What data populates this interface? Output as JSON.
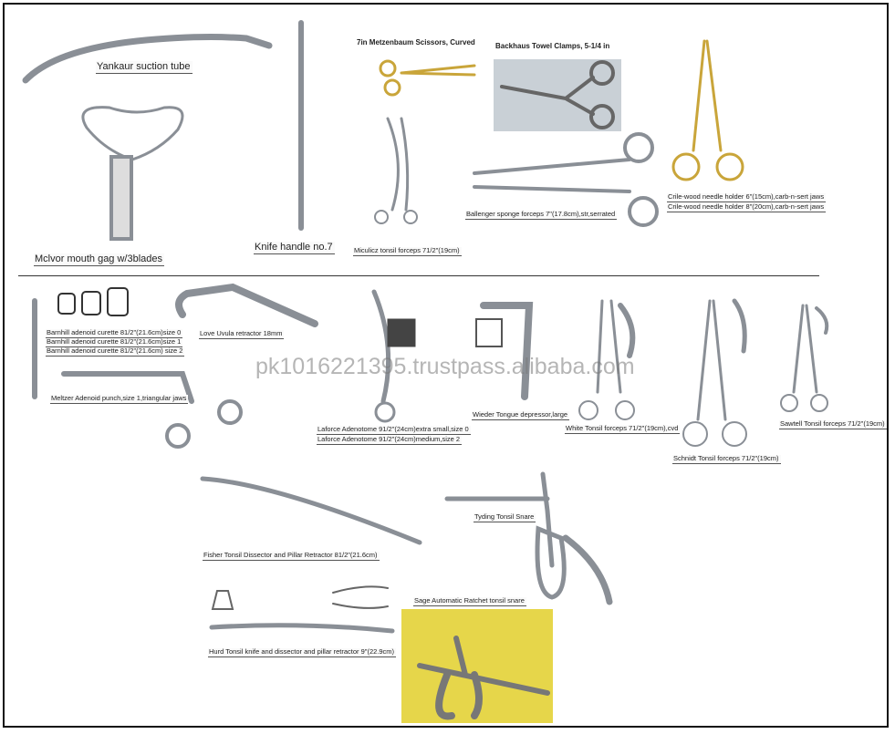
{
  "watermark": "pk1016221395.trustpass.alibaba.com",
  "colors": {
    "photo_yellow": "#e6d64a",
    "photo_grey": "#c9d0d6",
    "steel": "#8a8f96",
    "gold": "#c9a53a"
  },
  "labels": {
    "yankaur": "Yankaur suction tube",
    "mcivor": "Mclvor mouth gag w/3blades",
    "knife": "Knife handle no.7",
    "metzenbaum": "7in Metzenbaum Scissors, Curved",
    "backhaus": "Backhaus Towel Clamps, 5-1/4 in",
    "miculicz": "Miculicz tonsil forceps 71/2\"(19cm)",
    "ballenger": "Ballenger sponge forceps 7\"(17.8cm),str,serrated",
    "crile1": "Crile-wood needle holder 6\"(15cm),carb-n-sert jaws",
    "crile2": "Crile-wood needle holder 8\"(20cm),carb-n-sert jaws",
    "barnhill0": "Barnhill adenoid curette 81/2\"(21.6cm)size 0",
    "barnhill1": "Barnhill adenoid curette 81/2\"(21.6cm)size 1",
    "barnhill2": "Barnhill adenoid curette 81/2\"(21.6cm) size 2",
    "love": "Love Uvula retractor 18mm",
    "meltzer": "Meltzer Adenoid punch,size 1,triangular jaws",
    "laforce1": "Laforce Adenotome 91/2\"(24cm)extra small,size 0",
    "laforce2": "Laforce Adenotome 91/2\"(24cm)medium,size 2",
    "wieder": "Wieder Tongue depressor,large",
    "white": "White Tonsil forceps 71/2\"(19cm),cvd",
    "schnidt": "Schnidt Tonsil forceps 71/2\"(19cm)",
    "sawtell": "Sawtell Tonsil forceps 71/2\"(19cm)",
    "tyding": "Tyding Tonsil Snare",
    "fisher": "Fisher Tonsil Dissector and Pillar Retractor 81/2\"(21.6cm)",
    "sage": "Sage Automatic Ratchet tonsil snare",
    "hurd": "Hurd Tonsil knife and dissector and pillar retractor 9\"(22.9cm)"
  }
}
